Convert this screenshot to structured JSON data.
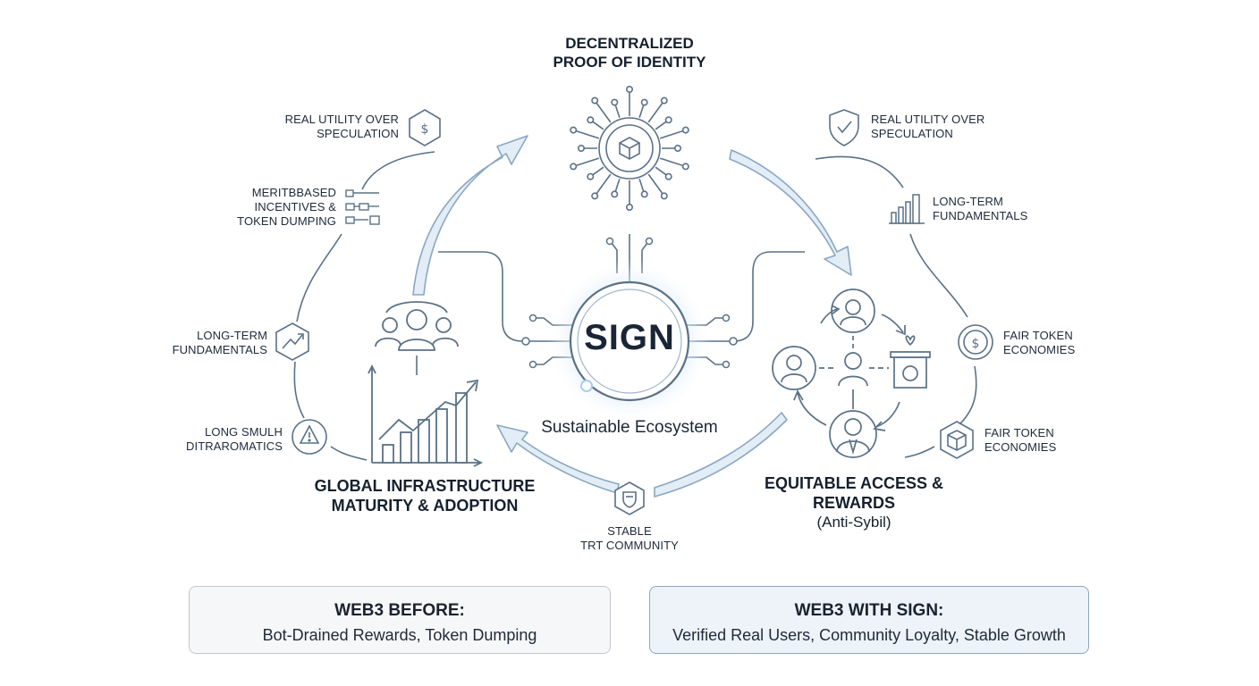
{
  "diagram": {
    "top_title": [
      "DECENTRALIZED",
      "PROOF OF IDENTITY"
    ],
    "center": {
      "title": "SIGN",
      "subtitle": "Sustainable Ecosystem"
    },
    "left_title": [
      "GLOBAL INFRASTRUCTURE",
      "MATURITY & ADOPTION"
    ],
    "right_title": [
      "EQUITABLE ACCESS &",
      "REWARDS"
    ],
    "right_subtitle": "(Anti-Sybil)",
    "bottom_label": [
      "STABLE",
      "TRT COMMUNITY"
    ],
    "left_labels": [
      {
        "lines": [
          "REAL UTILITY OVER",
          "SPECULATION"
        ],
        "icon": "dollar-hexagon-icon"
      },
      {
        "lines": [
          "MERITBBASED",
          "INCENTIVES &",
          "TOKEN DUMPING"
        ],
        "icon": "flowchart-icon"
      },
      {
        "lines": [
          "LONG-TERM",
          "FUNDAMENTALS"
        ],
        "icon": "trend-hexagon-icon"
      },
      {
        "lines": [
          "LONG SMULH",
          "DITRAROMATICS"
        ],
        "icon": "warning-circle-icon"
      }
    ],
    "right_labels": [
      {
        "lines": [
          "REAL UTILITY OVER",
          "SPECULATION"
        ],
        "icon": "shield-check-icon"
      },
      {
        "lines": [
          "LONG-TERM",
          "FUNDAMENTALS"
        ],
        "icon": "bar-chart-icon"
      },
      {
        "lines": [
          "FAIR TOKEN",
          "ECONOMIES"
        ],
        "icon": "dollar-circle-icon"
      },
      {
        "lines": [
          "FAIR TOKEN",
          "ECONOMIES"
        ],
        "icon": "cube-hexagon-icon"
      }
    ]
  },
  "panels": {
    "before": {
      "title": "WEB3 BEFORE:",
      "text": "Bot-Drained Rewards, Token Dumping"
    },
    "after": {
      "title": "WEB3 WITH SIGN:",
      "text": "Verified Real Users, Community Loyalty, Stable Growth"
    }
  },
  "colors": {
    "stroke": "#5a7187",
    "arrow_fill": "#e3edf6",
    "arrow_stroke": "#8aa7c2",
    "glow": "#cfe3f6"
  }
}
